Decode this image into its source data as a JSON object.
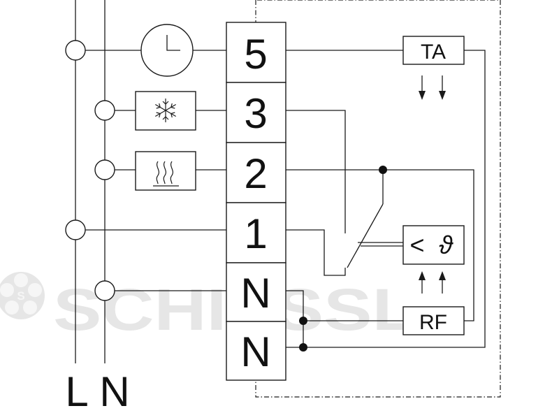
{
  "terminals": [
    "5",
    "3",
    "2",
    "1",
    "N",
    "N"
  ],
  "rails": {
    "left": "L",
    "right": "N"
  },
  "components": {
    "ta": "TA",
    "rf": "RF",
    "sensor_lt": "<",
    "sensor_theta": "ϑ"
  },
  "watermark": {
    "text": "SCHIESSL",
    "logo_letter": "S"
  }
}
